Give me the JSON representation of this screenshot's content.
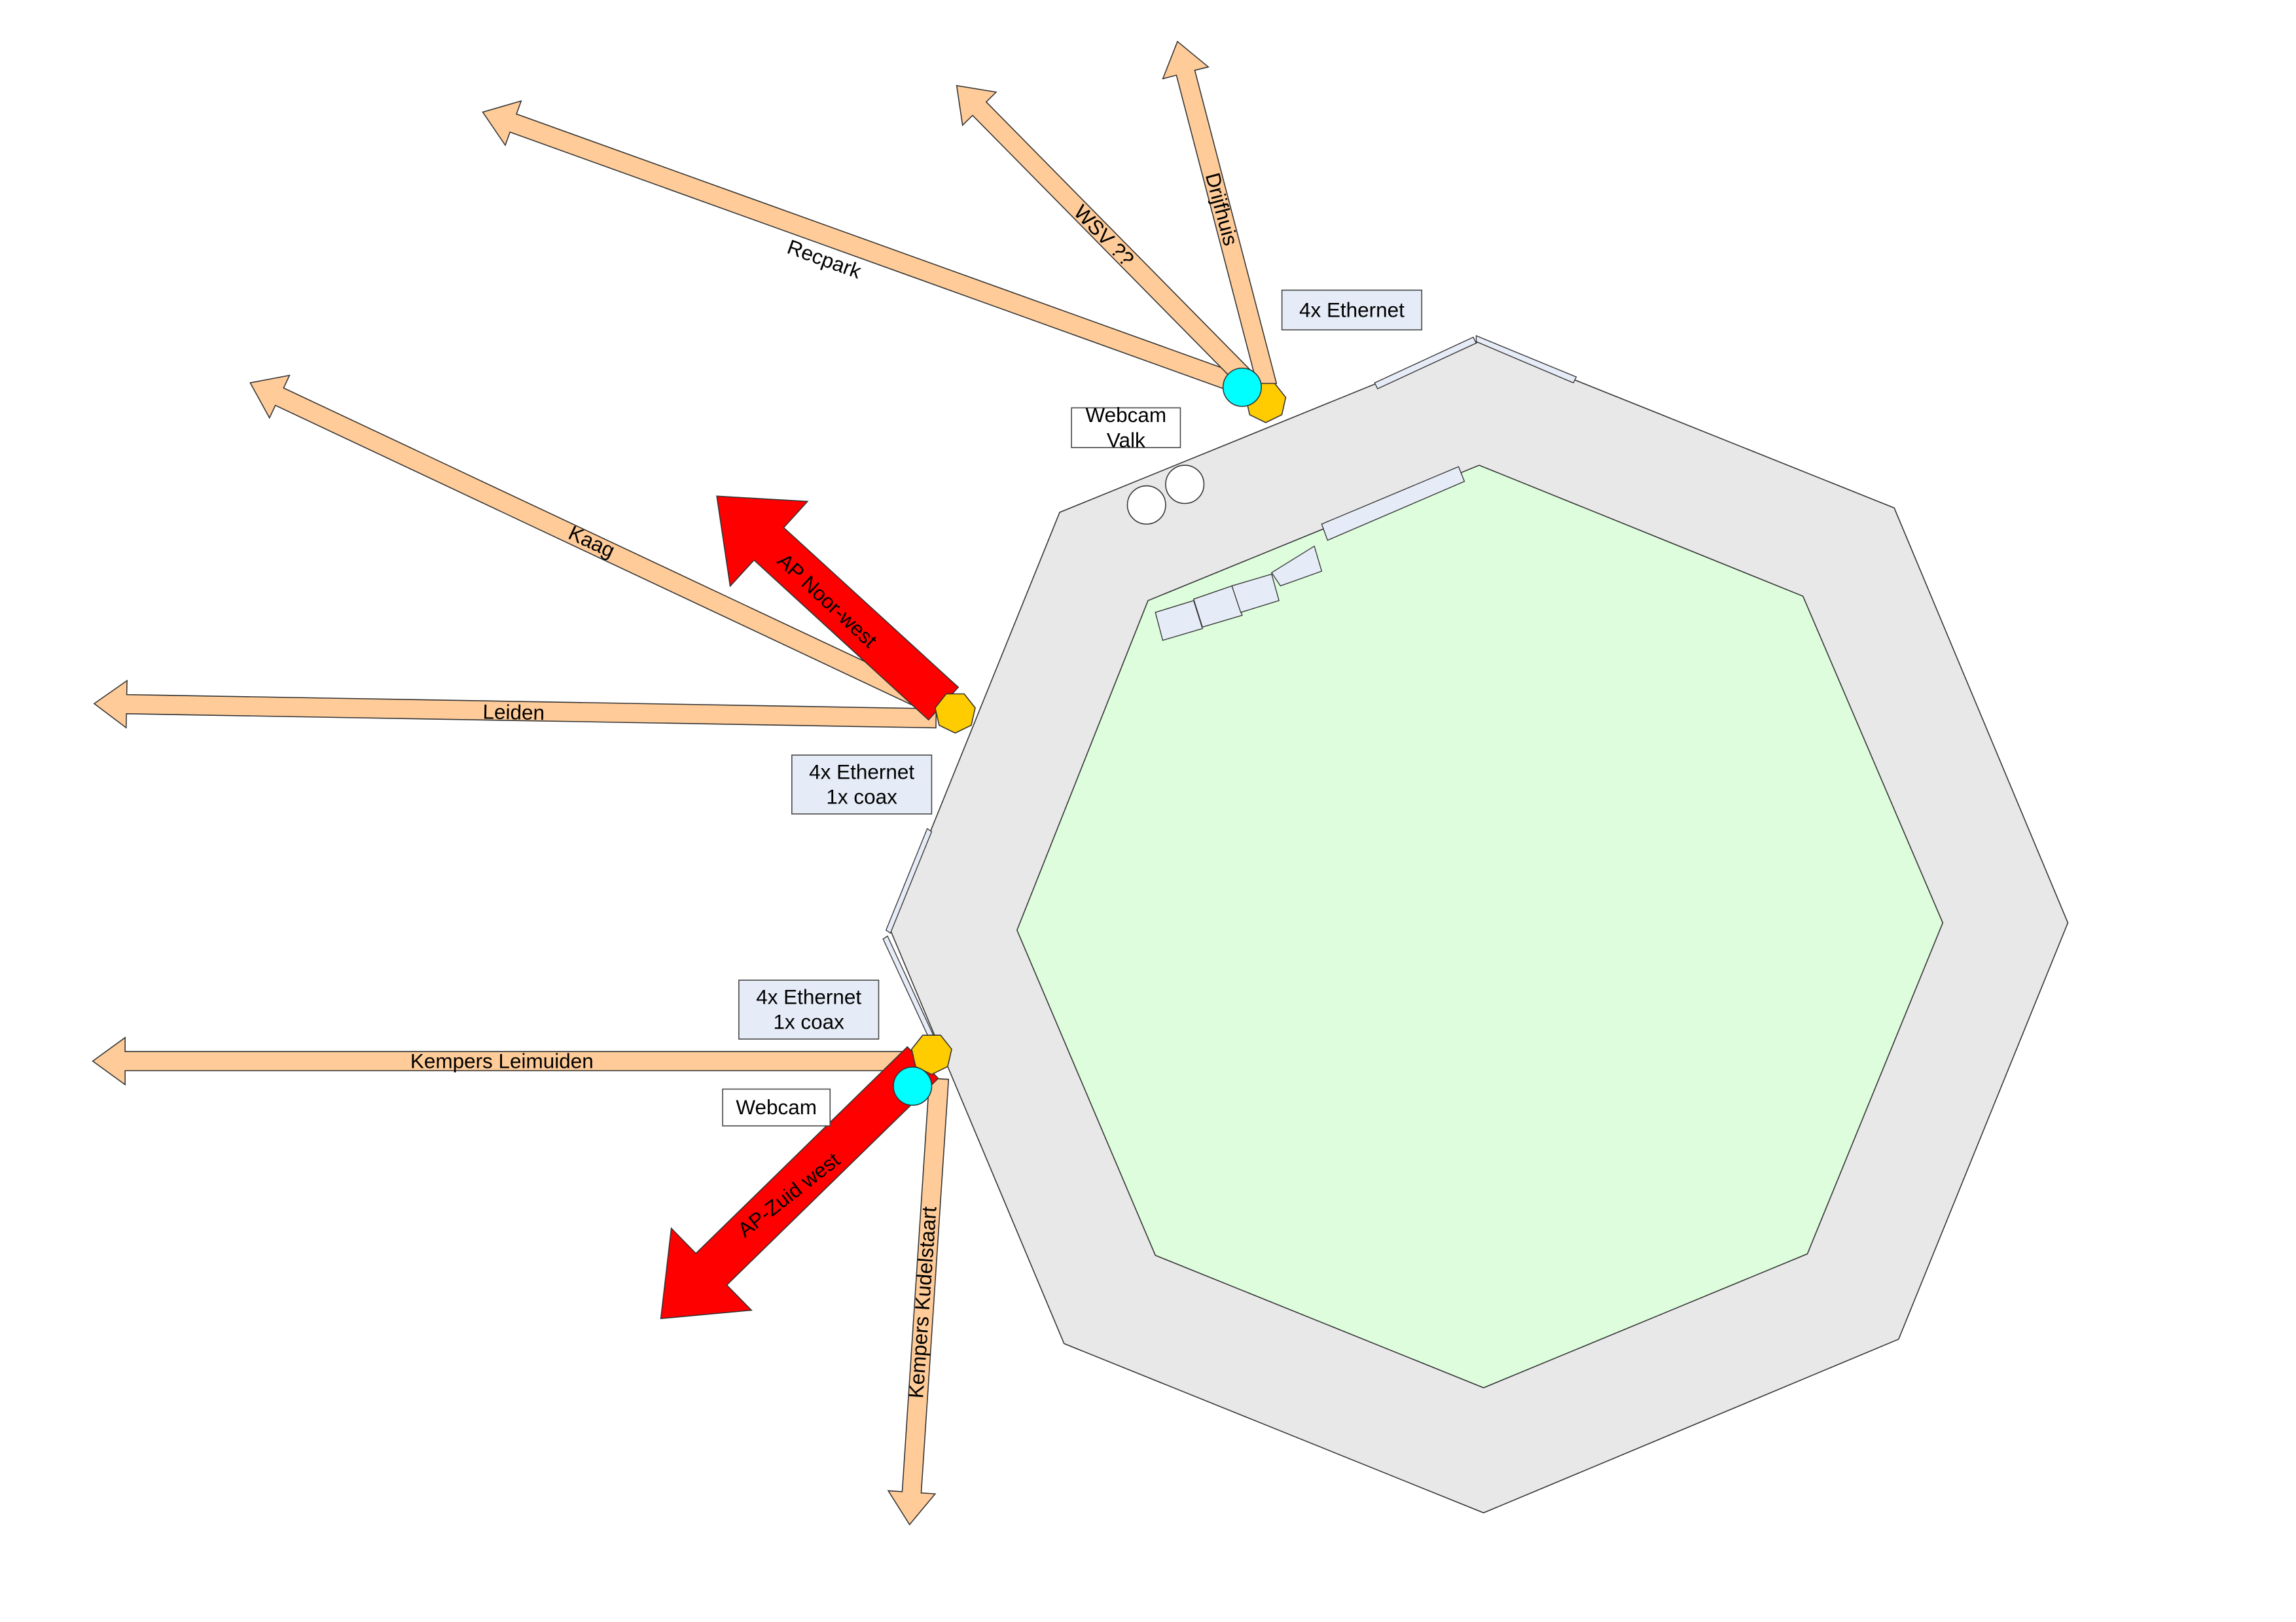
{
  "colors": {
    "venue_outer": "#e8e8e8",
    "venue_inner": "#ddfddd",
    "cable": "#ffcc99",
    "ap": "#ff0000",
    "node": "#ffcc00",
    "webcam": "#00ffff",
    "label_box": "#e6ecf7"
  },
  "cables": [
    {
      "id": "recpark",
      "label": "Recpark"
    },
    {
      "id": "wsv",
      "label": "WSV ??"
    },
    {
      "id": "drijfhuis",
      "label": "Drijfhuis"
    },
    {
      "id": "kaag",
      "label": "Kaag"
    },
    {
      "id": "leiden",
      "label": "Leiden"
    },
    {
      "id": "kempers-leimuiden",
      "label": "Kempers Leimuiden"
    },
    {
      "id": "kempers-kudelstaart",
      "label": "Kempers Kudelstaart"
    }
  ],
  "access_points": [
    {
      "id": "ap-noord-west",
      "label": "AP Noor-west"
    },
    {
      "id": "ap-zuid-west",
      "label": "AP-Zuid west"
    }
  ],
  "boxes": {
    "top_ethernet": [
      "4x Ethernet"
    ],
    "webcam_valk": [
      "Webcam",
      "Valk"
    ],
    "mid_ethernet": [
      "4x Ethernet",
      "1x coax"
    ],
    "low_ethernet": [
      "4x Ethernet",
      "1x coax"
    ],
    "webcam": [
      "Webcam"
    ]
  }
}
